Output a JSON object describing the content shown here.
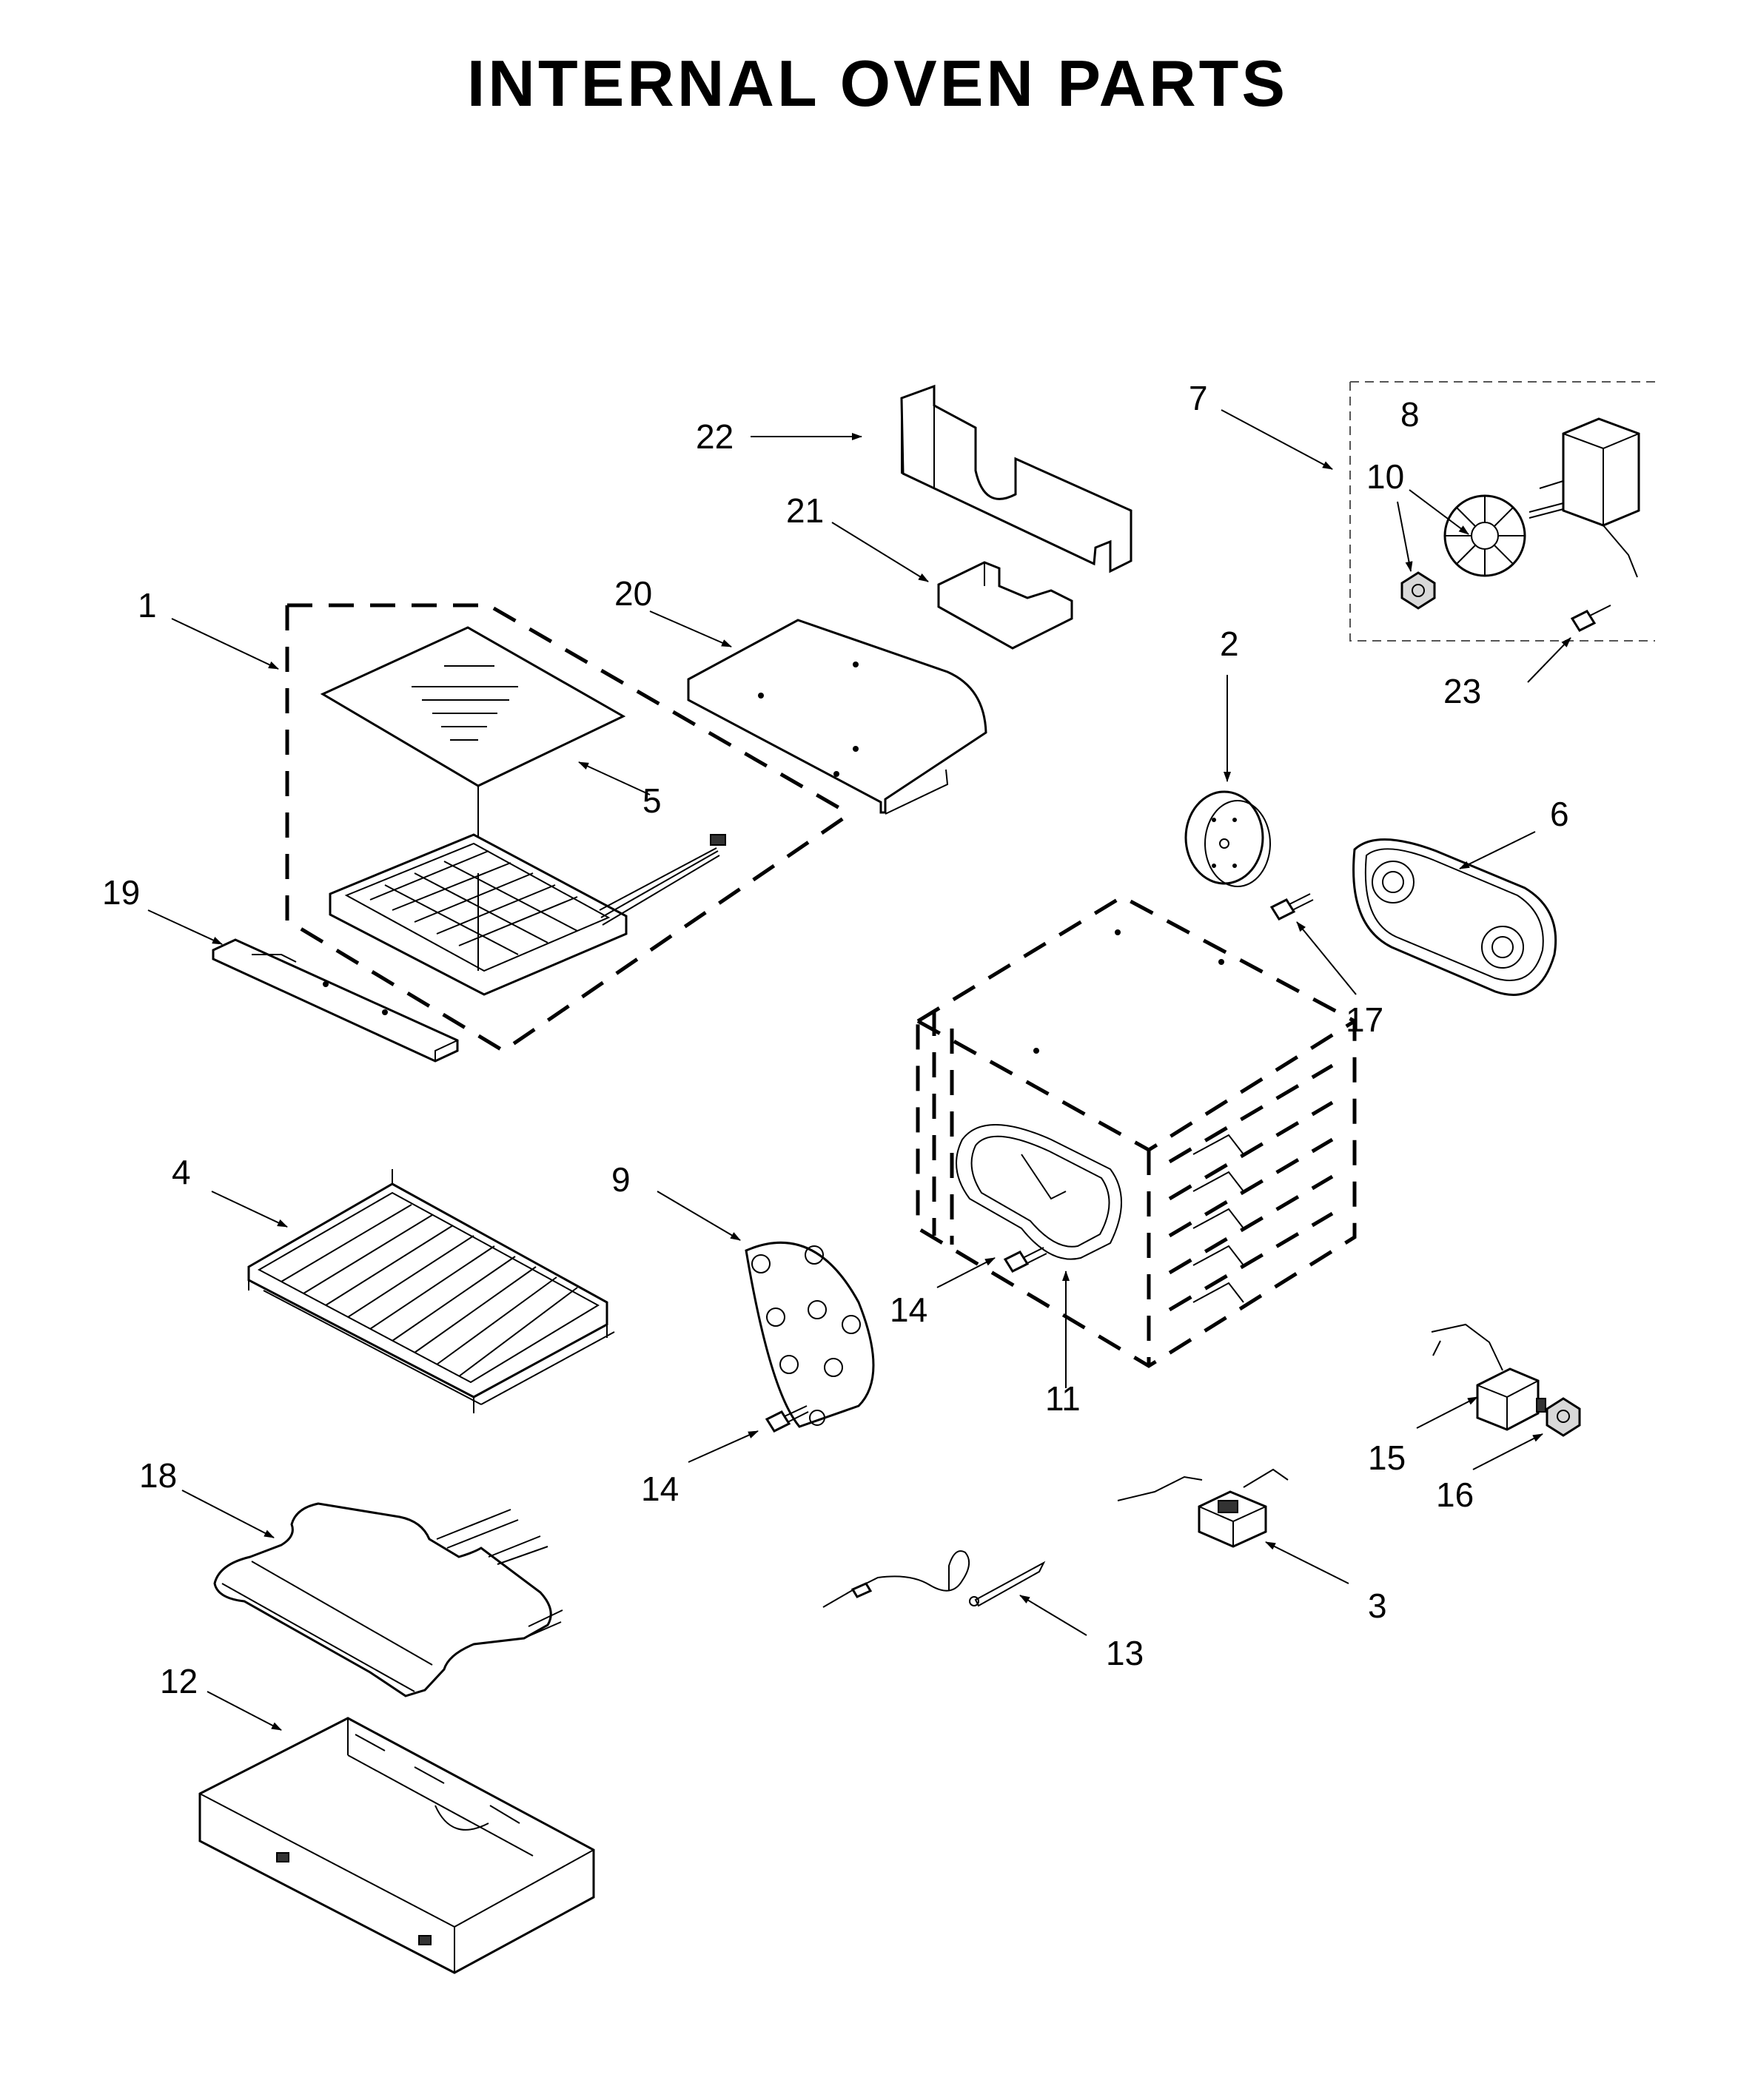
{
  "title": "INTERNAL OVEN PARTS",
  "callouts": {
    "c1": "1",
    "c2": "2",
    "c3": "3",
    "c4": "4",
    "c5": "5",
    "c6": "6",
    "c7": "7",
    "c8": "8",
    "c9": "9",
    "c10": "10",
    "c11": "11",
    "c12": "12",
    "c13": "13",
    "c14a": "14",
    "c14b": "14",
    "c15": "15",
    "c16": "16",
    "c17": "17",
    "c18": "18",
    "c19": "19",
    "c20": "20",
    "c21": "21",
    "c22": "22",
    "c23": "23"
  }
}
